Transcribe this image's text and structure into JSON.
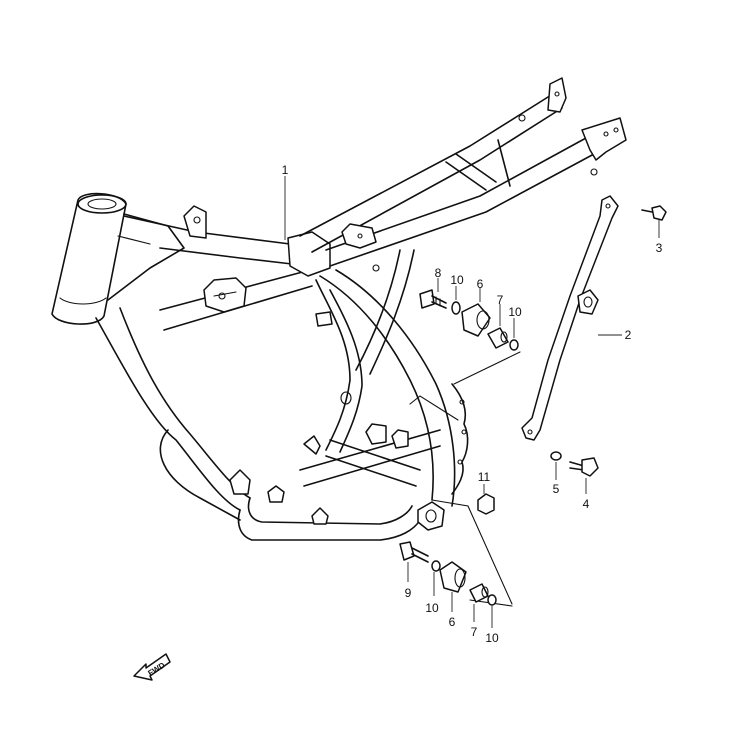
{
  "callouts": {
    "c1": "1",
    "c2": "2",
    "c3": "3",
    "c4": "4",
    "c5": "5",
    "c6a": "6",
    "c6b": "6",
    "c7a": "7",
    "c7b": "7",
    "c8": "8",
    "c9": "9",
    "c10a": "10",
    "c10b": "10",
    "c10c": "10",
    "c10d": "10",
    "c11": "11"
  },
  "fwd_label": "FWD"
}
